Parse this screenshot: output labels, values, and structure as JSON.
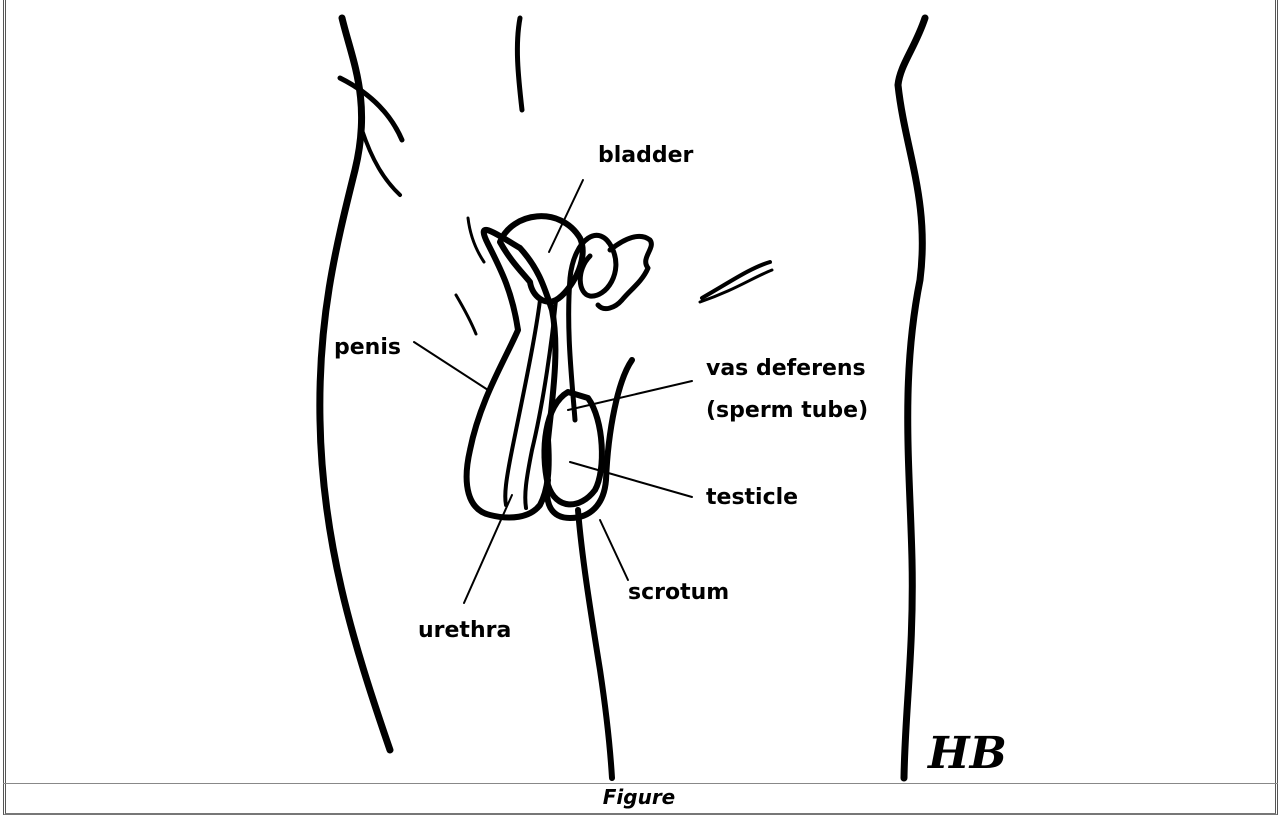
{
  "figure": {
    "labels": {
      "bladder": "bladder",
      "penis": "penis",
      "vas_deferens_line1": "vas deferens",
      "vas_deferens_line2": "(sperm tube)",
      "testicle": "testicle",
      "scrotum": "scrotum",
      "urethra": "urethra"
    },
    "signature": "HB",
    "caption": "Figure"
  }
}
